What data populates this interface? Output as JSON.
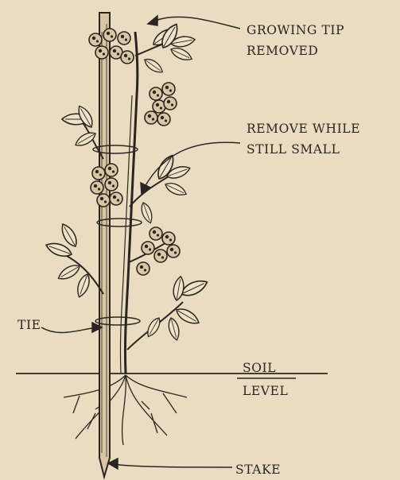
{
  "diagram": {
    "labels": {
      "growing_tip_line1": "GROWING TIP",
      "growing_tip_line2": "REMOVED",
      "remove_line1": "REMOVE WHILE",
      "remove_line2": "STILL SMALL",
      "tie": "TIE",
      "soil_line1": "SOIL",
      "soil_line2": "LEVEL",
      "stake": "STAKE"
    },
    "colors": {
      "paper": "#e9dcc0",
      "ink": "#2a2520"
    }
  }
}
